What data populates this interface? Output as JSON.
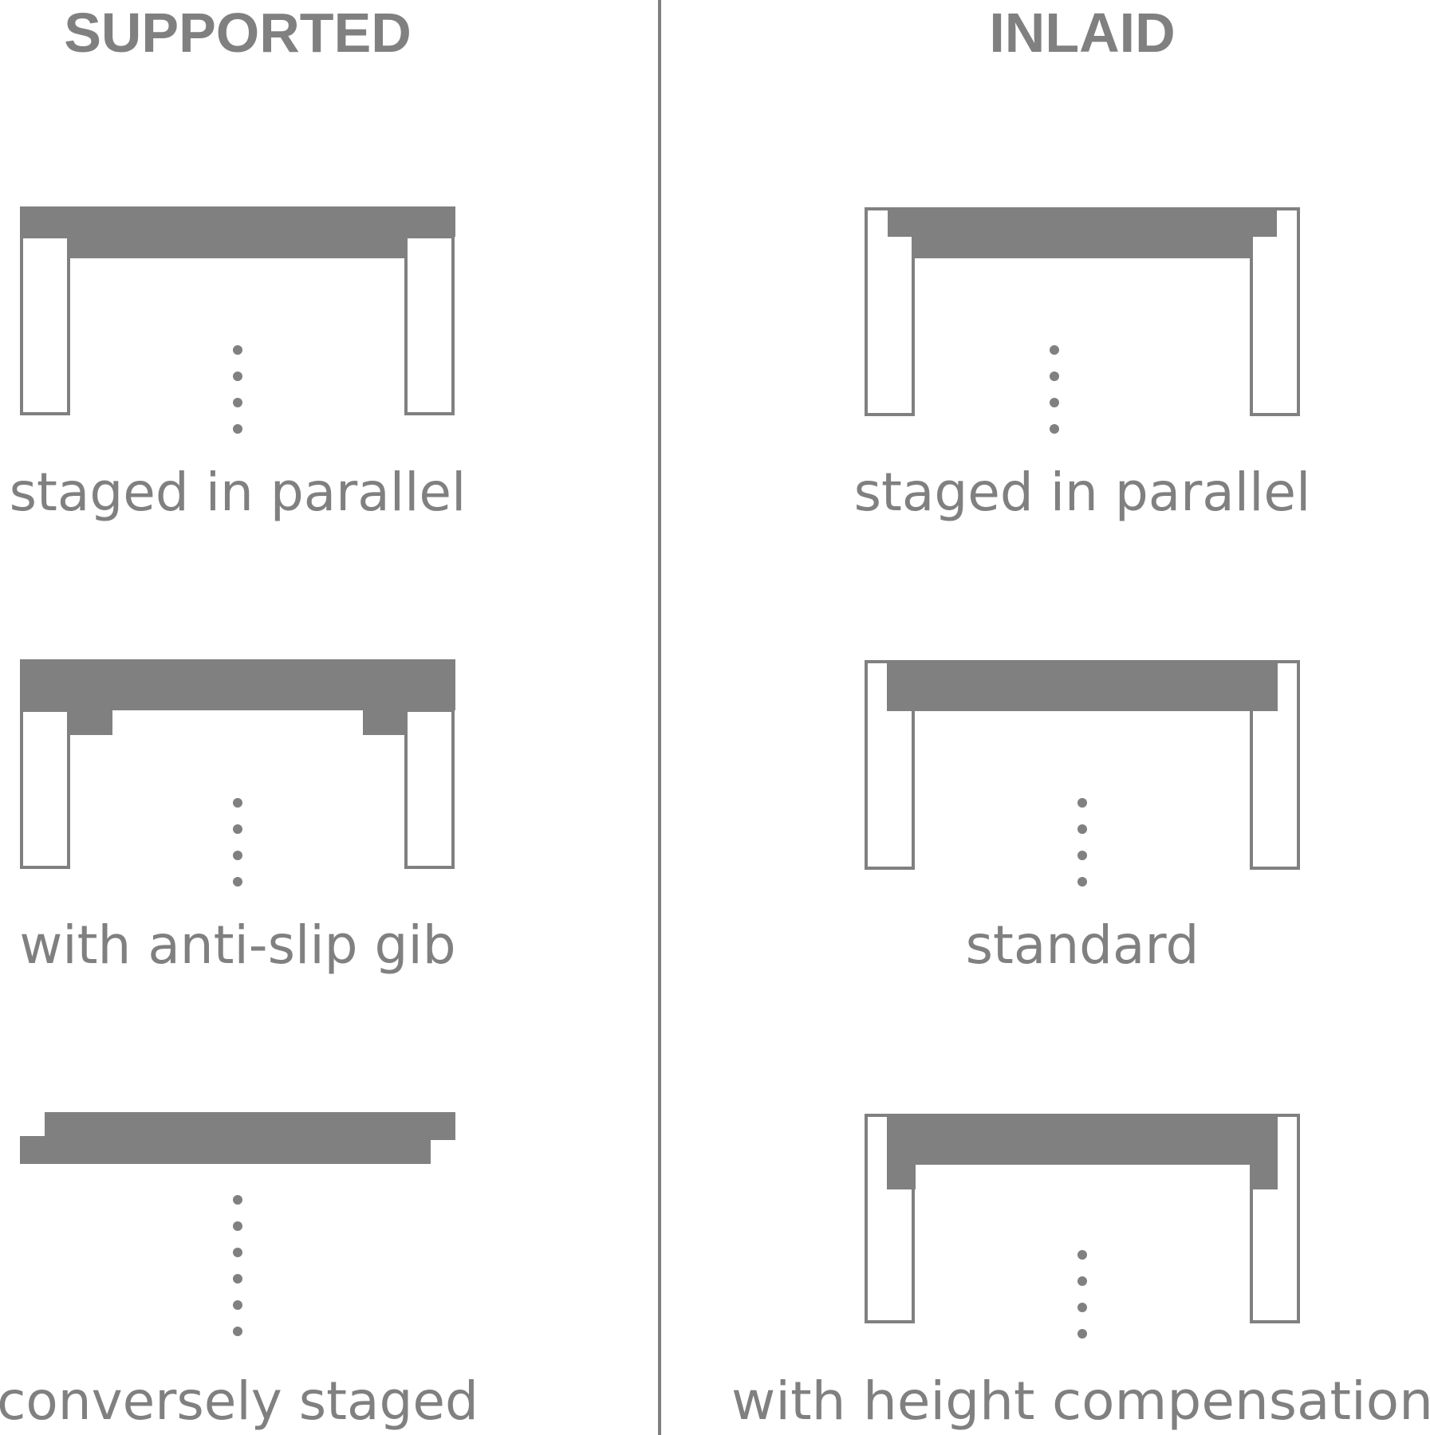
{
  "colors": {
    "ink": "#808080",
    "background": "#ffffff"
  },
  "columns": {
    "supported": {
      "heading": "SUPPORTED",
      "captions": [
        "staged in parallel",
        "with anti-slip gib",
        "conversely staged"
      ]
    },
    "inlaid": {
      "heading": "INLAID",
      "captions": [
        "staged in parallel",
        "standard",
        "with height compensation"
      ]
    }
  }
}
